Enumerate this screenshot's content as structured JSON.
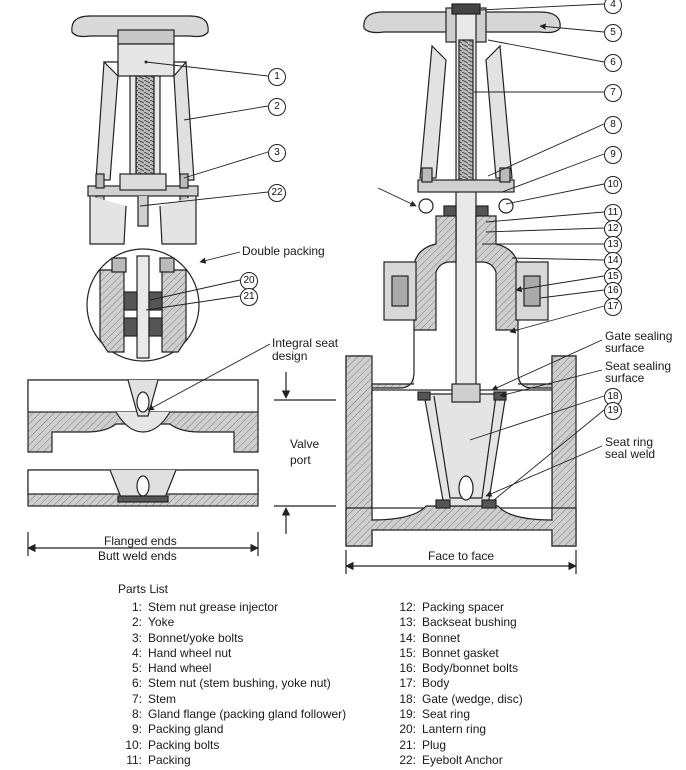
{
  "labels": {
    "double_packing": "Double packing",
    "integral_seat_l1": "Integral seat",
    "integral_seat_l2": "design",
    "valve_port_l1": "Valve",
    "valve_port_l2": "port",
    "flanged_ends": "Flanged ends",
    "butt_weld_ends": "Butt weld ends",
    "face_to_face": "Face to face",
    "gate_sealing_l1": "Gate sealing",
    "gate_sealing_l2": "surface",
    "seat_sealing_l1": "Seat sealing",
    "seat_sealing_l2": "surface",
    "seat_ring_l1": "Seat ring",
    "seat_ring_l2": "seal weld"
  },
  "callouts": [
    "1",
    "2",
    "3",
    "4",
    "5",
    "6",
    "7",
    "8",
    "9",
    "10",
    "11",
    "12",
    "13",
    "14",
    "15",
    "16",
    "17",
    "18",
    "19",
    "20",
    "21",
    "22"
  ],
  "parts_list": {
    "title": "Parts List",
    "left": [
      {
        "num": "1:",
        "name": "Stem nut grease injector"
      },
      {
        "num": "2:",
        "name": "Yoke"
      },
      {
        "num": "3:",
        "name": "Bonnet/yoke bolts"
      },
      {
        "num": "4:",
        "name": "Hand wheel nut"
      },
      {
        "num": "5:",
        "name": "Hand wheel"
      },
      {
        "num": "6:",
        "name": "Stem nut (stem bushing, yoke nut)"
      },
      {
        "num": "7:",
        "name": "Stem"
      },
      {
        "num": "8:",
        "name": "Gland flange (packing gland follower)"
      },
      {
        "num": "9:",
        "name": "Packing gland"
      },
      {
        "num": "10:",
        "name": "Packing bolts"
      },
      {
        "num": "11:",
        "name": "Packing"
      }
    ],
    "right": [
      {
        "num": "12:",
        "name": "Packing spacer"
      },
      {
        "num": "13:",
        "name": "Backseat bushing"
      },
      {
        "num": "14:",
        "name": "Bonnet"
      },
      {
        "num": "15:",
        "name": "Bonnet gasket"
      },
      {
        "num": "16:",
        "name": "Body/bonnet bolts"
      },
      {
        "num": "17:",
        "name": "Body"
      },
      {
        "num": "18:",
        "name": "Gate (wedge, disc)"
      },
      {
        "num": "19:",
        "name": "Seat ring"
      },
      {
        "num": "20:",
        "name": "Lantern ring"
      },
      {
        "num": "21:",
        "name": "Plug"
      },
      {
        "num": "22:",
        "name": "Eyebolt Anchor"
      }
    ]
  }
}
